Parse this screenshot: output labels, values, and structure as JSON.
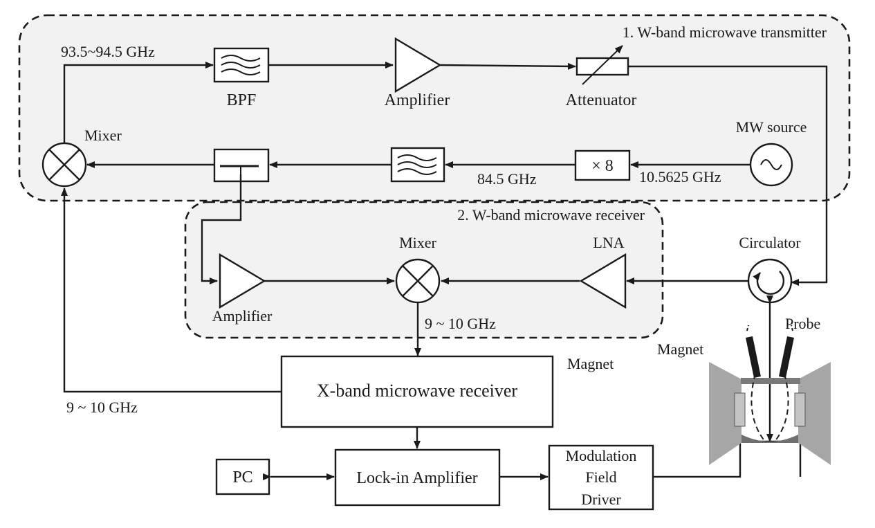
{
  "groups": {
    "transmitter": "1. W-band microwave transmitter",
    "receiver": "2. W-band microwave receiver"
  },
  "components": {
    "bpf": "BPF",
    "amplifier_tx": "Amplifier",
    "attenuator": "Attenuator",
    "mw_source": "MW source",
    "mixer_tx": "Mixer",
    "multiplier": "× 8",
    "amplifier_rx": "Amplifier",
    "mixer_rx": "Mixer",
    "lna": "LNA",
    "circulator": "Circulator",
    "probe": "Probe",
    "magnet_left": "Magnet",
    "magnet_right": "Magnet",
    "x_band_receiver": "X-band microwave receiver",
    "pc": "PC",
    "lockin": "Lock-in Amplifier",
    "modulation_line1": "Modulation",
    "modulation_line2": "Field",
    "modulation_line3": "Driver"
  },
  "frequencies": {
    "f_mixer_out": "93.5~94.5 GHz",
    "f_x8_out": "84.5 GHz",
    "f_source": "10.5625 GHz",
    "f_rx_if": "9 ~ 10 GHz",
    "f_x_band_out": "9 ~ 10 GHz"
  },
  "colors": {
    "line": "#1a1a1a",
    "group_fill": "#f2f2f2",
    "magnet_gray": "#a6a6a6",
    "pole_dark": "#6e6e6e"
  }
}
